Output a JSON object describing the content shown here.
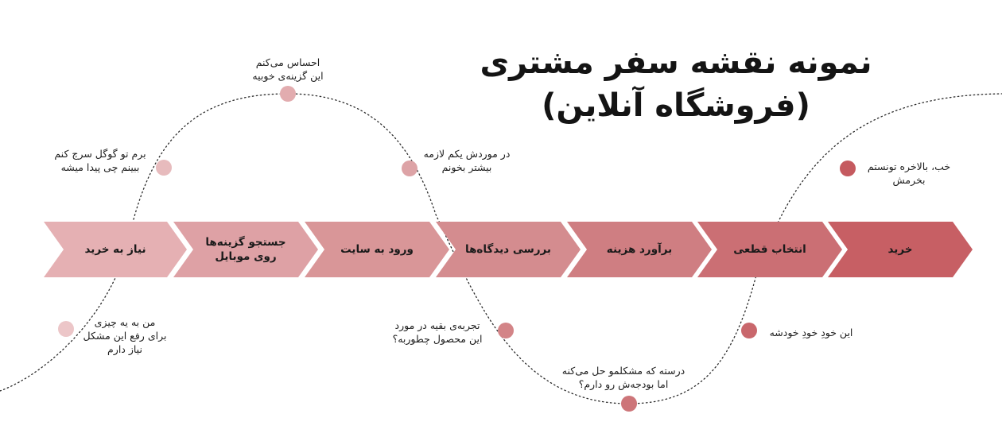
{
  "title": {
    "line1": "نمونه نقشه سفر مشتری",
    "line2": "(فروشگاه آنلاین)"
  },
  "stages": [
    {
      "label": "نیاز به خرید",
      "color": "#e5b0b3"
    },
    {
      "label": "جستجو گزینه‌ها\nروی موبایل",
      "color": "#dea1a5"
    },
    {
      "label": "ورود به سایت",
      "color": "#d99698"
    },
    {
      "label": "بررسی دیدگاه‌ها",
      "color": "#d48c8f"
    },
    {
      "label": "برآورد هزینه",
      "color": "#cf7e82"
    },
    {
      "label": "انتخاب قطعی",
      "color": "#cb6f74"
    },
    {
      "label": "خرید",
      "color": "#c75f64"
    }
  ],
  "thoughts": {
    "need": {
      "text": "من به یه چیزی\nبرای رفع این مشکل\nنیاز دارم",
      "color": "#ecc6c8"
    },
    "google": {
      "text": "برم تو گوگل سرچ کنم\nببینم چی پیدا میشه",
      "color": "#e7bbbd"
    },
    "options": {
      "text": "احساس می‌کنم\nاین گزینه‌ی خوبیه",
      "color": "#e2acaf"
    },
    "more": {
      "text": "در موردش یکم لازمه\nبیشتر بخونم",
      "color": "#dda3a6"
    },
    "reviews": {
      "text": "تجربه‌ی بقیه در مورد\nاین محصول چطوربه؟",
      "color": "#d38487"
    },
    "budget": {
      "text": "درسته که مشکلمو حل می‌کنه\nاما بودجه‌ش رو دارم؟",
      "color": "#cd7579"
    },
    "self": {
      "text": "این خودِ خودِ خودشه",
      "color": "#c9676c"
    },
    "bought": {
      "text": "خب، بالاخره تونستم\nبخرمش",
      "color": "#c55a5f"
    }
  }
}
